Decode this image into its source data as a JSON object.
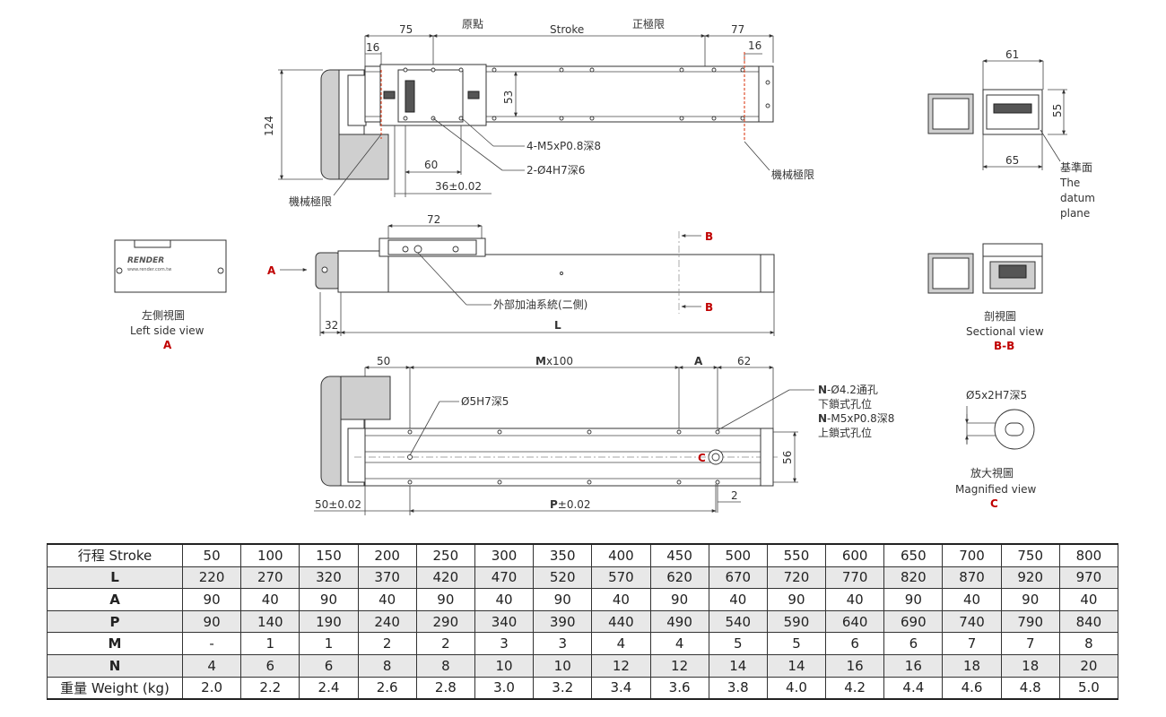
{
  "top_view": {
    "dim_75": "75",
    "origin": "原點",
    "stroke": "Stroke",
    "pos_limit": "正極限",
    "dim_77": "77",
    "dim_16_left": "16",
    "dim_16_right": "16",
    "dim_124": "124",
    "dim_53": "53",
    "note_m5": "4-M5xP0.8深8",
    "note_dowel": "2-Ø4H7深6",
    "dim_60": "60",
    "dim_36": "36±0.02",
    "mech_limit_left": "機械極限",
    "mech_limit_right": "機械極限"
  },
  "end_view_top": {
    "dim_61": "61",
    "dim_55": "55",
    "dim_65": "65",
    "datum_zh": "基準面",
    "datum_en1": "The",
    "datum_en2": "datum",
    "datum_en3": "plane"
  },
  "left_side_view": {
    "brand": "RENDER",
    "url": "www.render.com.tw",
    "title_zh": "左側視圖",
    "title_en": "Left side view",
    "tag": "A"
  },
  "side_view": {
    "dim_72": "72",
    "arrow_a": "A",
    "section_b_top": "B",
    "section_b_bottom": "B",
    "lube_note": "外部加油系統(二側)",
    "dim_32": "32",
    "dim_L": "L"
  },
  "sectional_view": {
    "title_zh": "剖視圖",
    "title_en": "Sectional view",
    "tag": "B-B"
  },
  "bottom_view": {
    "dim_50": "50",
    "dim_M_bold": "M",
    "dim_M_rest": "x100",
    "dim_A": "A",
    "dim_62": "62",
    "hole_note": "Ø5H7深5",
    "n_holes_bold": "N",
    "n_holes_rest": "-Ø4.2通孔",
    "n_holes_sub": "下鎖式孔位",
    "n_tap_bold": "N",
    "n_tap_rest": "-M5xP0.8深8",
    "n_tap_sub": "上鎖式孔位",
    "dim_56": "56",
    "tag_c": "C",
    "dim_2": "2",
    "dim_50_tol": "50±0.02",
    "dim_P_bold": "P",
    "dim_P_rest": "±0.02"
  },
  "magnified_view": {
    "note": "Ø5x2H7深5",
    "title_zh": "放大視圖",
    "title_en": "Magnified view",
    "tag": "C"
  },
  "spec_table": {
    "headers": [
      "行程  Stroke",
      "L",
      "A",
      "P",
      "M",
      "N",
      "重量 Weight (kg)"
    ],
    "rows": [
      [
        "50",
        "100",
        "150",
        "200",
        "250",
        "300",
        "350",
        "400",
        "450",
        "500",
        "550",
        "600",
        "650",
        "700",
        "750",
        "800"
      ],
      [
        "220",
        "270",
        "320",
        "370",
        "420",
        "470",
        "520",
        "570",
        "620",
        "670",
        "720",
        "770",
        "820",
        "870",
        "920",
        "970"
      ],
      [
        "90",
        "40",
        "90",
        "40",
        "90",
        "40",
        "90",
        "40",
        "90",
        "40",
        "90",
        "40",
        "90",
        "40",
        "90",
        "40"
      ],
      [
        "90",
        "140",
        "190",
        "240",
        "290",
        "340",
        "390",
        "440",
        "490",
        "540",
        "590",
        "640",
        "690",
        "740",
        "790",
        "840"
      ],
      [
        "-",
        "1",
        "1",
        "2",
        "2",
        "3",
        "3",
        "4",
        "4",
        "5",
        "5",
        "6",
        "6",
        "7",
        "7",
        "8"
      ],
      [
        "4",
        "6",
        "6",
        "8",
        "8",
        "10",
        "10",
        "12",
        "12",
        "14",
        "14",
        "16",
        "16",
        "18",
        "18",
        "20"
      ],
      [
        "2.0",
        "2.2",
        "2.4",
        "2.6",
        "2.8",
        "3.0",
        "3.2",
        "3.4",
        "3.6",
        "3.8",
        "4.0",
        "4.2",
        "4.4",
        "4.6",
        "4.8",
        "5.0"
      ]
    ]
  }
}
